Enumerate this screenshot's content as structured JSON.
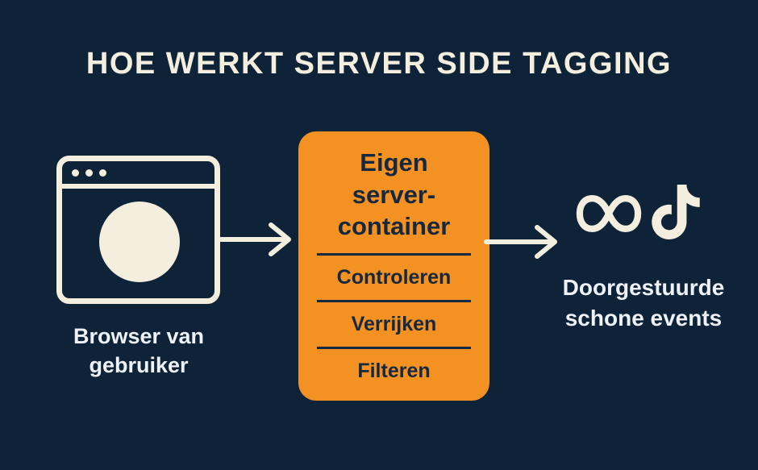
{
  "page": {
    "title": "HOE WERKT SERVER SIDE TAGGING"
  },
  "colors": {
    "background": "#0e2338",
    "cream": "#f4eedf",
    "orange": "#f39123",
    "dark_text": "#16283f",
    "label_text": "#eef2f7"
  },
  "browser": {
    "icon": "browser-window-icon",
    "label_line1": "Browser van",
    "label_line2": "gebruiker"
  },
  "arrows": {
    "icon": "arrow-right-icon"
  },
  "server_container": {
    "title_lines": [
      "Eigen",
      "server-",
      "container"
    ],
    "items": [
      "Controleren",
      "Verrijken",
      "Filteren"
    ]
  },
  "destinations": {
    "icons": [
      "meta-infinity-logo",
      "tiktok-note-logo"
    ],
    "label_line1": "Doorgestuurde",
    "label_line2": "schone events"
  }
}
